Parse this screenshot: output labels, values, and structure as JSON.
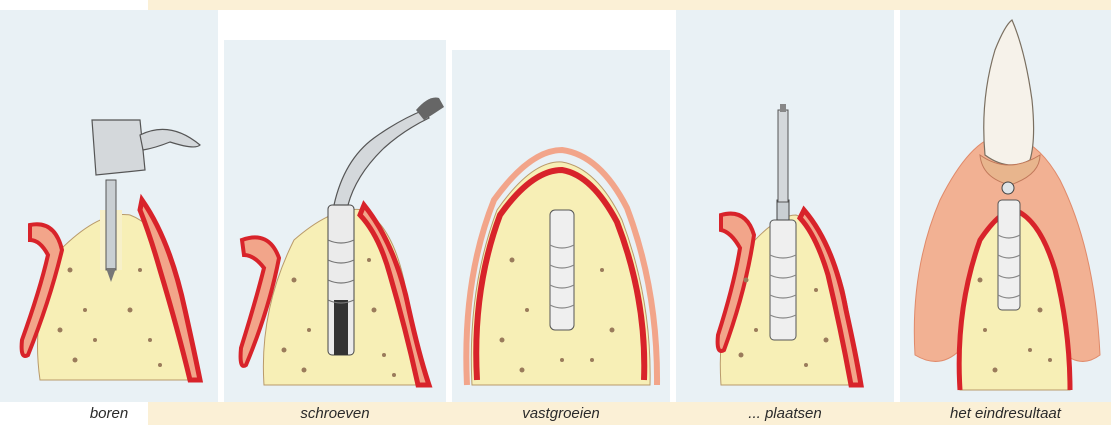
{
  "captions": {
    "step1": "boren",
    "step2": "schroeven",
    "step3": "vastgroeien",
    "step4": "... plaatsen",
    "step5": "het eindresultaat"
  },
  "colors": {
    "panel_bg": "#e9f1f5",
    "bone": "#f7efb6",
    "gum_red": "#d8232a",
    "gum_pink": "#f2a58a",
    "band": "#fbf0d6",
    "tooth": "#f6f2ea",
    "metal": "#c9cfd3"
  }
}
